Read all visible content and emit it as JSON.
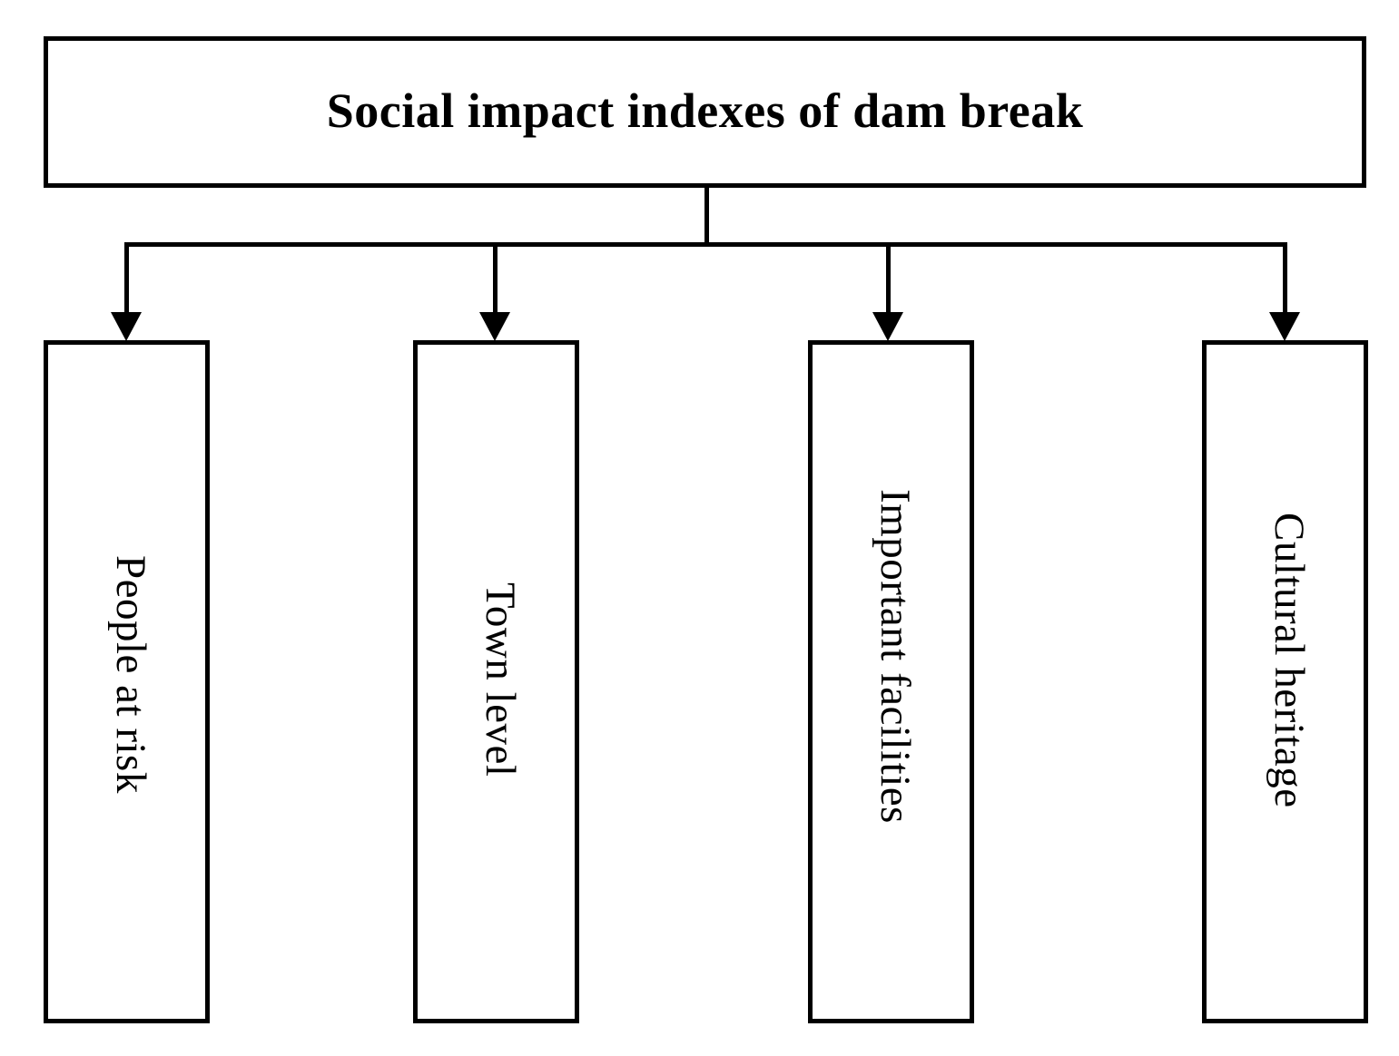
{
  "diagram": {
    "type": "hierarchy-tree",
    "orientation": "top-down",
    "root": {
      "label": "Social impact indexes of dam break"
    },
    "children": [
      {
        "label": "People at risk"
      },
      {
        "label": "Town level"
      },
      {
        "label": "Important facilities"
      },
      {
        "label": "Cultural heritage"
      }
    ],
    "colors": {
      "stroke": "#000000",
      "fill": "#ffffff",
      "text": "#000000"
    }
  }
}
